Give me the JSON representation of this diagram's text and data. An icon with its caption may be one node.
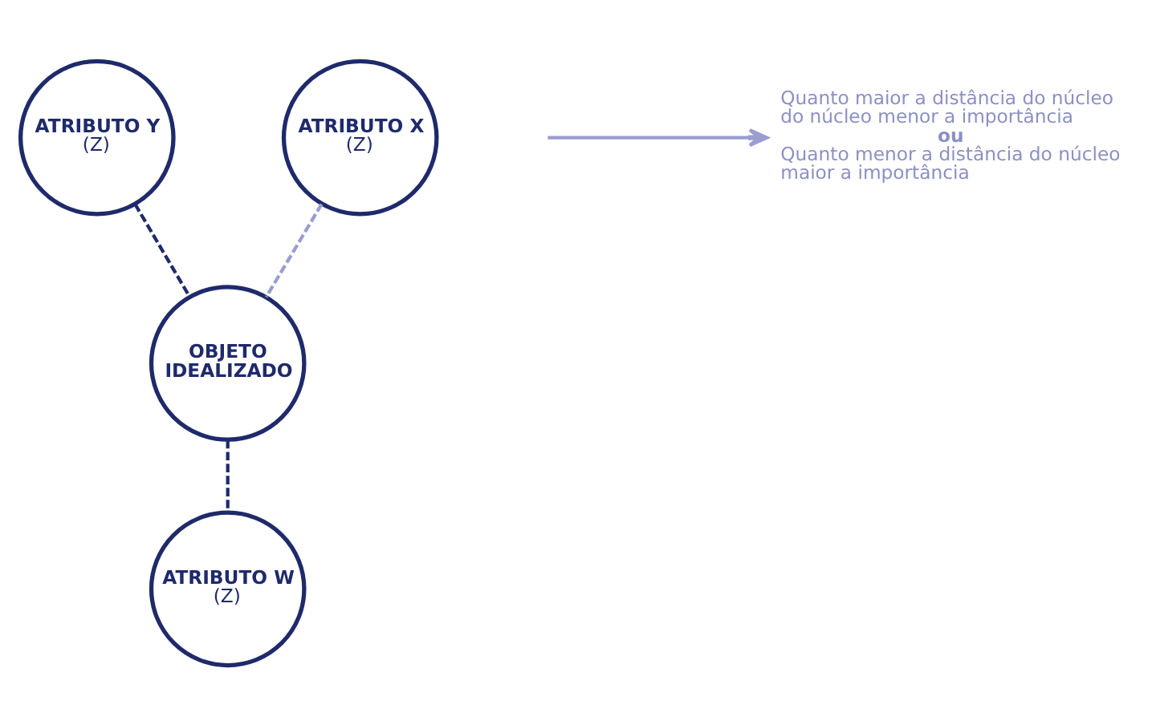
{
  "diagram": {
    "nodes": [
      {
        "text": [
          "ATRIBUTO Y",
          "(Z)"
        ]
      },
      {
        "text": [
          "ATRIBUTO X",
          "(Z)"
        ]
      },
      {
        "text": [
          "OBJETO IDEALIZADO"
        ]
      },
      {
        "text": [
          "ATRIBUTO W",
          "(Z)"
        ]
      },
      {
        "text": [
          "Quanto maior a distância do núcleo do núcleo menor a importância",
          "ou",
          "Quanto menor a distância do núcleo maior a importância"
        ]
      }
    ],
    "edges": [
      {
        "from": 0,
        "to": 2,
        "arrow": "none",
        "style": "dashed"
      },
      {
        "from": 1,
        "to": 2,
        "arrow": "none",
        "style": "dashed",
        "color": "#9a9dd0"
      },
      {
        "from": 2,
        "to": 3,
        "arrow": "none",
        "style": "dashed"
      },
      {
        "from": null,
        "to": 4,
        "arrow": "to",
        "color": "#9a9dd0"
      }
    ]
  }
}
